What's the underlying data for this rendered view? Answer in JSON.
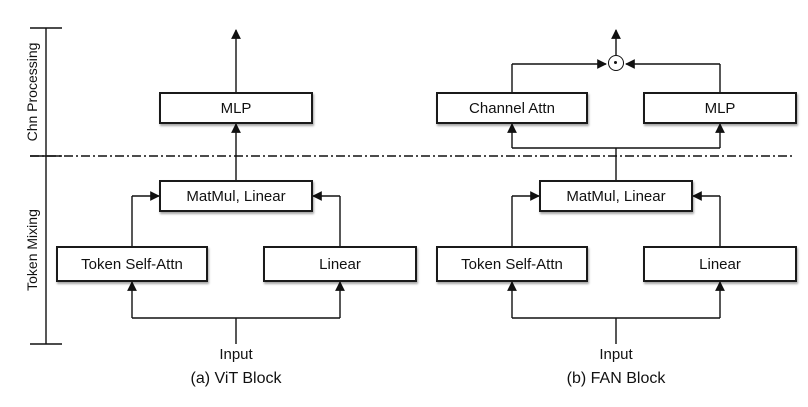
{
  "side_labels": {
    "chn_processing": "Chn Processing",
    "token_mixing": "Token Mixing"
  },
  "vit_block": {
    "mlp": "MLP",
    "matmul": "MatMul, Linear",
    "token_self_attn": "Token Self-Attn",
    "linear": "Linear",
    "input": "Input",
    "caption": "(a) ViT Block"
  },
  "fan_block": {
    "channel_attn": "Channel Attn",
    "mlp": "MLP",
    "matmul": "MatMul, Linear",
    "token_self_attn": "Token Self-Attn",
    "linear": "Linear",
    "input": "Input",
    "caption": "(b) FAN Block"
  }
}
